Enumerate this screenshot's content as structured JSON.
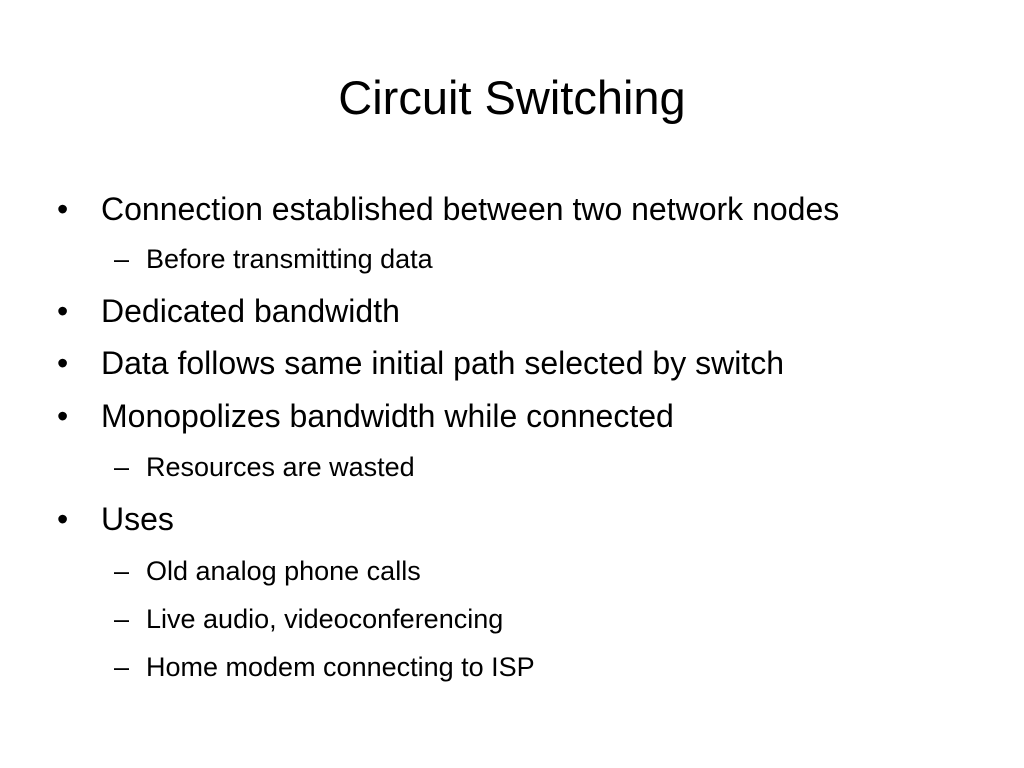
{
  "slide": {
    "title": "Circuit Switching",
    "bullet_marker": "•",
    "dash_marker": "–",
    "items": [
      {
        "text": "Connection established between two network nodes"
      },
      {
        "text": "Before transmitting data"
      },
      {
        "text": "Dedicated bandwidth"
      },
      {
        "text": "Data follows same initial path selected by switch"
      },
      {
        "text": "Monopolizes bandwidth while connected"
      },
      {
        "text": "Resources are wasted"
      },
      {
        "text": "Uses"
      },
      {
        "text": "Old analog phone calls"
      },
      {
        "text": "Live audio, videoconferencing"
      },
      {
        "text": "Home modem connecting to ISP"
      }
    ]
  }
}
